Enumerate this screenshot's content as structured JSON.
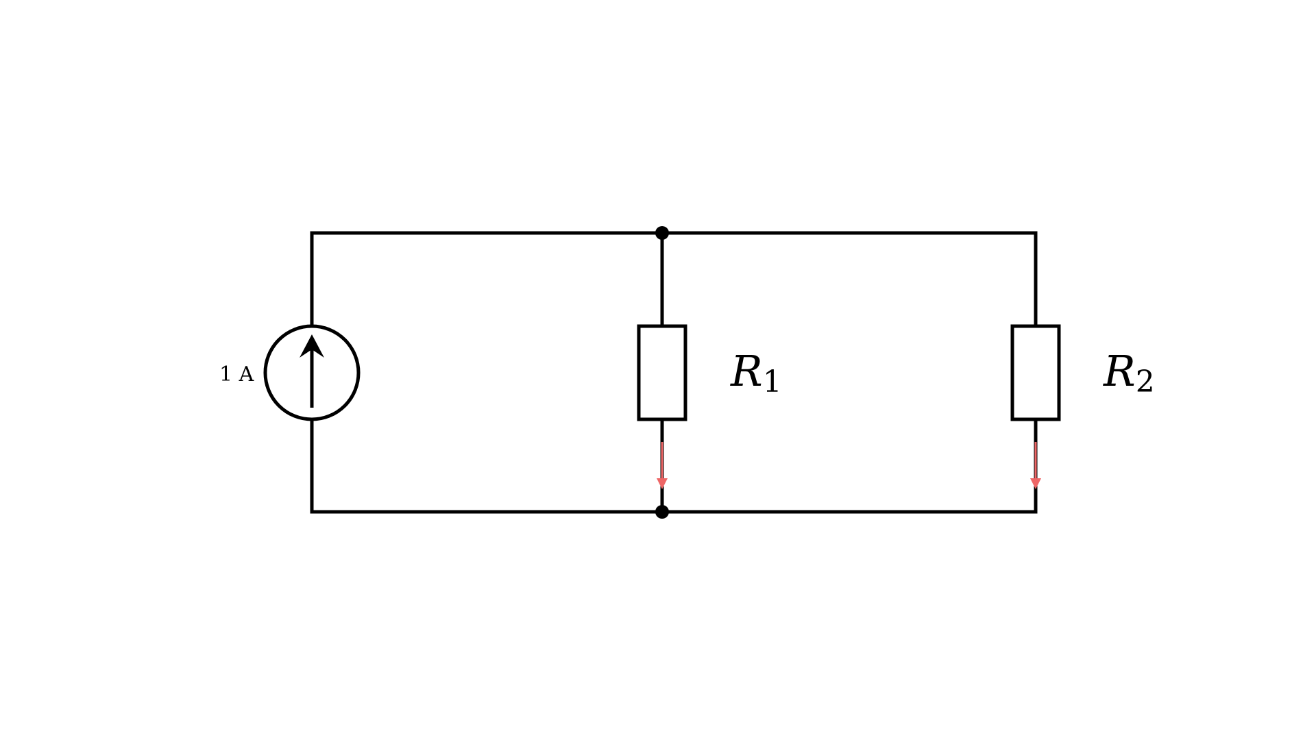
{
  "colors": {
    "wire": "#000000",
    "current_arrow": "#ee6666",
    "background": "#ffffff"
  },
  "source": {
    "label": "1 A",
    "icon": "current-source-arrow-up"
  },
  "resistors": [
    {
      "symbol": "R",
      "subscript": "1"
    },
    {
      "symbol": "R",
      "subscript": "2"
    }
  ]
}
